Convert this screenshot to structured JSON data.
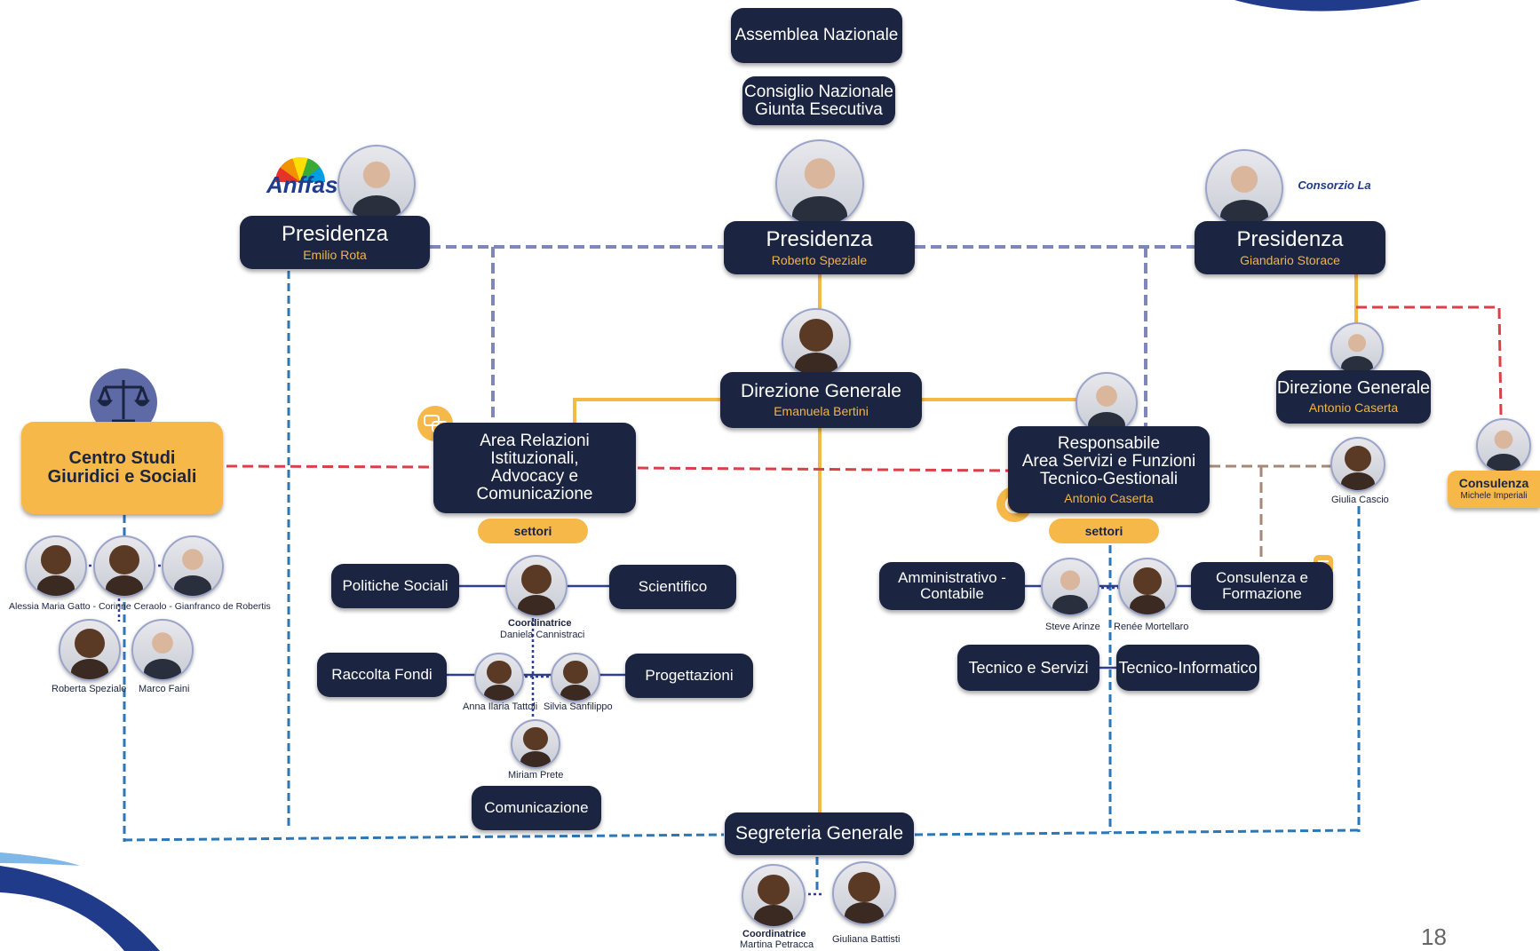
{
  "assemblea": "Assemblea Nazionale",
  "consiglio": {
    "line1": "Consiglio Nazionale",
    "line2": "Giunta Esecutiva"
  },
  "presidenza_centro": {
    "title": "Presidenza",
    "name": "Roberto Speziale"
  },
  "presidenza_sx": {
    "title": "Presidenza",
    "name": "Emilio Rota",
    "logo": "Anffas"
  },
  "presidenza_dx": {
    "title": "Presidenza",
    "name": "Giandario Storace",
    "logo": "Consorzio La rosa blu"
  },
  "direzione_centro": {
    "title": "Direzione Generale",
    "name": "Emanuela Bertini"
  },
  "direzione_dx": {
    "title": "Direzione Generale",
    "name": "Antonio Caserta"
  },
  "giulia": "Giulia Cascio",
  "consulenza_dx": {
    "title": "Consulenza",
    "name": "Michele Imperiali"
  },
  "centro_studi": {
    "line1": "Centro Studi",
    "line2": "Giuridici e Sociali"
  },
  "centro_studi_people": {
    "row1": "Alessia Maria Gatto - Corinne Ceraolo - Gianfranco de Robertis",
    "p4": "Roberta Speziale",
    "p5": "Marco Faini"
  },
  "area_rel": {
    "line1": "Area Relazioni Istituzionali,",
    "line2": "Advocacy e Comunicazione",
    "settori": "settori"
  },
  "rel_sectors": {
    "politiche": "Politiche Sociali",
    "scientifico": "Scientifico",
    "raccolta": "Raccolta Fondi",
    "progettazioni": "Progettazioni",
    "comunicazione": "Comunicazione"
  },
  "rel_people": {
    "coord_label": "Coordinatrice",
    "coord_name": "Daniela Cannistraci",
    "anna": "Anna Ilaria Tattoli",
    "silvia": "Silvia Sanfilippo",
    "miriam": "Miriam Prete"
  },
  "area_serv": {
    "line1": "Responsabile",
    "line2": "Area Servizi e Funzioni",
    "line3": "Tecnico-Gestionali",
    "name": "Antonio Caserta",
    "settori": "settori"
  },
  "serv_sectors": {
    "ammin1": "Amministrativo -",
    "ammin2": "Contabile",
    "consul1": "Consulenza e",
    "consul2": "Formazione",
    "tecnico": "Tecnico e Servizi",
    "informatico": "Tecnico-Informatico"
  },
  "serv_people": {
    "steve": "Steve Arinze",
    "renee": "Renée Mortellaro"
  },
  "segreteria": {
    "title": "Segreteria Generale",
    "coord_label": "Coordinatrice",
    "coord_name": "Martina Petracca",
    "giuliana": "Giuliana Battisti"
  },
  "page_number": "18",
  "colors": {
    "navy": "#1b2440",
    "orange": "#f7b84a",
    "blue_dash": "#2e77b5",
    "gray_dash": "#7f87b8",
    "red_dash": "#d9404a",
    "brown_dash": "#a58878"
  }
}
